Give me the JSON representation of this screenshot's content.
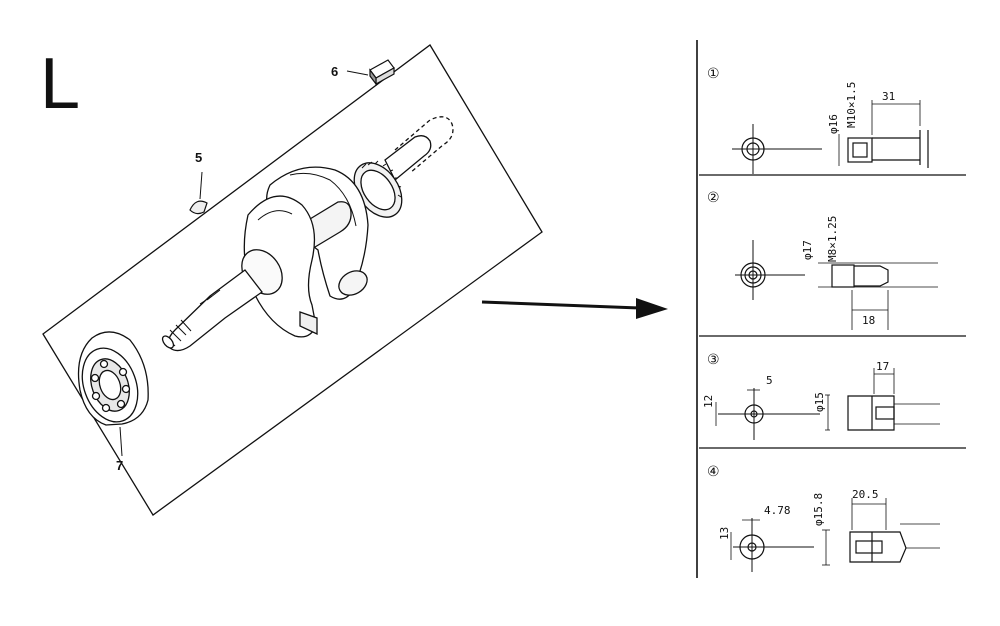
{
  "section_letter": "L",
  "parts": [
    {
      "number": "5"
    },
    {
      "number": "6"
    },
    {
      "number": "7"
    }
  ],
  "detail_panels": [
    {
      "index": "①",
      "dims": [
        "φ16",
        "M10×1.5",
        "31"
      ]
    },
    {
      "index": "②",
      "dims": [
        "φ17",
        "M8×1.25",
        "18"
      ]
    },
    {
      "index": "③",
      "dims": [
        "12",
        "5",
        "φ15",
        "17"
      ]
    },
    {
      "index": "④",
      "dims": [
        "13",
        "4.78",
        "φ15.8",
        "20.5"
      ]
    }
  ],
  "colors": {
    "ink": "#111111",
    "paper": "#ffffff"
  }
}
